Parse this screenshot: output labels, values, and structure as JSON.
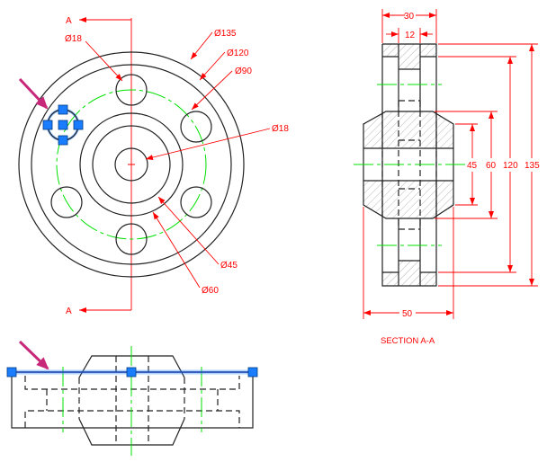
{
  "front_view": {
    "section_marker_top": "A",
    "section_marker_bottom": "A",
    "dim_hole_bolt": "Ø18",
    "dim_outer": "Ø135",
    "dim_rim_inner": "Ø120",
    "dim_bolt_circle": "Ø90",
    "dim_bore": "Ø18",
    "dim_hub_inner": "Ø45",
    "dim_hub_outer": "Ø60"
  },
  "section_view": {
    "title": "SECTION A-A",
    "dim_width_rim": "30",
    "dim_width_web": "12",
    "dim_width_hub": "50",
    "dim_45": "45",
    "dim_60": "60",
    "dim_120": "120",
    "dim_135": "135"
  },
  "colors": {
    "dimension": "#ff0000",
    "centerline": "#00e000",
    "selection": "#1a7cff",
    "arrow": "#c8287a"
  }
}
